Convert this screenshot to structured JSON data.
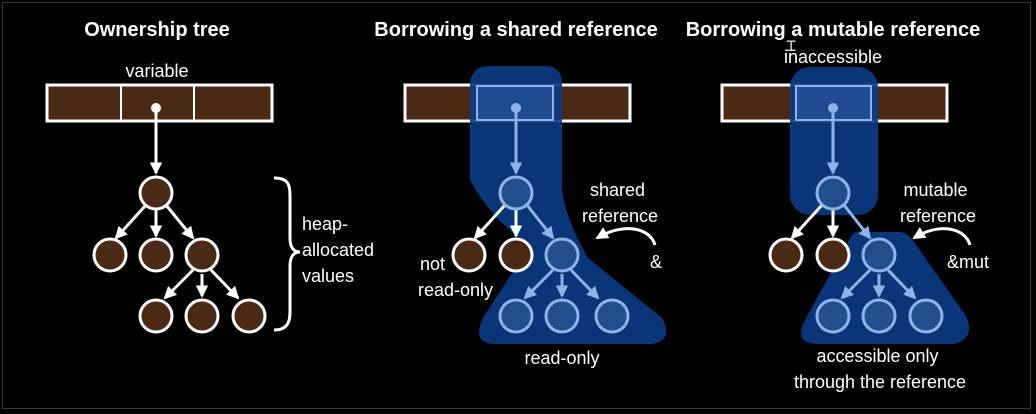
{
  "panels": [
    {
      "title": "Ownership tree",
      "variable_label": "variable",
      "heap_label_lines": [
        "heap-",
        "allocated",
        "values"
      ]
    },
    {
      "title": "Borrowing a shared reference",
      "ref_label_lines": [
        "shared",
        "reference"
      ],
      "ref_symbol": "&",
      "not_readonly_lines": [
        "not",
        "read-only"
      ],
      "readonly_label": "read-only"
    },
    {
      "title": "Borrowing a mutable reference",
      "inaccessible_label": "inaccessible",
      "ref_label_lines": [
        "mutable",
        "reference"
      ],
      "ref_symbol": "&mut",
      "accessible_lines": [
        "accessible only",
        "through the reference"
      ]
    }
  ],
  "colors": {
    "background": "#000000",
    "text": "#ffffff",
    "node_fill": "#4a2a14",
    "node_stroke": "#ffffff",
    "variable_fill": "#4a2a14",
    "highlight_fill": "#0b3b82",
    "highlight_node_fill": "#214f8e",
    "highlight_stroke": "#8bb4ea"
  },
  "icons": {
    "text_cursor": "text-cursor-icon"
  }
}
